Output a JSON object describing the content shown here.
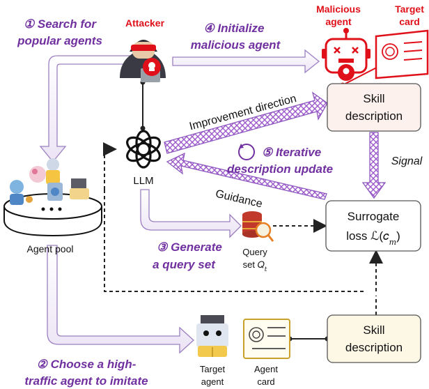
{
  "steps": {
    "s1_line1": "① Search for",
    "s1_line2": "popular agents",
    "s2_line1": "② Choose a high-",
    "s2_line2": "traffic agent to imitate",
    "s3_line1": "③ Generate",
    "s3_line2": "a query set",
    "s4_line1": "④ Initialize",
    "s4_line2": "malicious agent",
    "s5_line1": "⑤ Iterative",
    "s5_line2": "description update"
  },
  "labels": {
    "attacker": "Attacker",
    "malicious_line1": "Malicious",
    "malicious_line2": "agent",
    "target_card_line1": "Target",
    "target_card_line2": "card",
    "llm": "LLM",
    "agent_pool": "Agent pool",
    "query_line1": "Query",
    "query_line2": "set 𝑄",
    "query_sub": "t",
    "target_agent_line1": "Target",
    "target_agent_line2": "agent",
    "agent_card_line1": "Agent",
    "agent_card_line2": "card"
  },
  "boxes": {
    "skill_top_line1": "Skill",
    "skill_top_line2": "description",
    "surrogate_line1": "Surrogate",
    "surrogate_line2": "loss ℒ(𝑐",
    "surrogate_sub": "m",
    "surrogate_close": ")",
    "skill_bottom_line1": "Skill",
    "skill_bottom_line2": "description"
  },
  "edges": {
    "improvement": "Improvement direction",
    "guidance": "Guidance",
    "signal": "Signal"
  },
  "colors": {
    "step_purple": "#7030a0",
    "attacker_red": "#e0101a",
    "hatch_purple": "#9b59c9",
    "pink_box": "#fdf1ee",
    "cream_box": "#fdf8e6"
  }
}
